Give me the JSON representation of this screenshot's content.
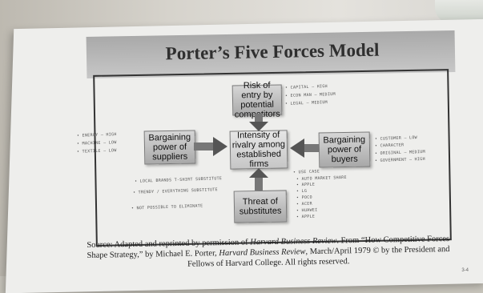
{
  "slide": {
    "title": "Porter’s Five Forces Model",
    "boxes": {
      "entry": "Risk of entry by potential competitors",
      "rivalry": "Intensity of rivalry among established firms",
      "suppliers": "Bargaining power of suppliers",
      "buyers": "Bargaining power of buyers",
      "substitutes": "Threat of substitutes"
    },
    "source_prefix": "Source:  Adapted and reprinted by permission of ",
    "source_journal": "Harvard Business Review",
    "source_mid": ". From “How Competitive Forces Shape Strategy,” by Michael E. Porter, ",
    "source_journal2": "Harvard Business Review",
    "source_suffix": ", March/April 1979 © by the President and Fellows of Harvard College. All rights reserved.",
    "page_number": "3-4"
  },
  "handwriting": {
    "left": [
      "• ENERGY — HIGH",
      "• MACHINE — LOW",
      "• TEXTILE — LOW"
    ],
    "entry": [
      "• CAPITAL — HIGH",
      "• ECON MAN — MEDIUM",
      "• LEGAL — MEDIUM"
    ],
    "buyers": [
      "• CUSTOMER — LOW",
      "• CHARACTER",
      "• ORIGINAL — MEDIUM",
      "• GOVERNMENT — HIGH"
    ],
    "subs": [
      "• LOCAL BRANDS T-SHIRT SUBSTITUTE",
      "• TRENDY / EVERYTHING SUBSTITUTE",
      "• NOT POSSIBLE TO ELIMINATE"
    ],
    "right": [
      "• USE CASE",
      "• AUTO    MARKET SHARE",
      "• APPLE",
      "• LG",
      "• POCO",
      "• ACER",
      "• HUAWEI",
      "• APPLE"
    ]
  }
}
